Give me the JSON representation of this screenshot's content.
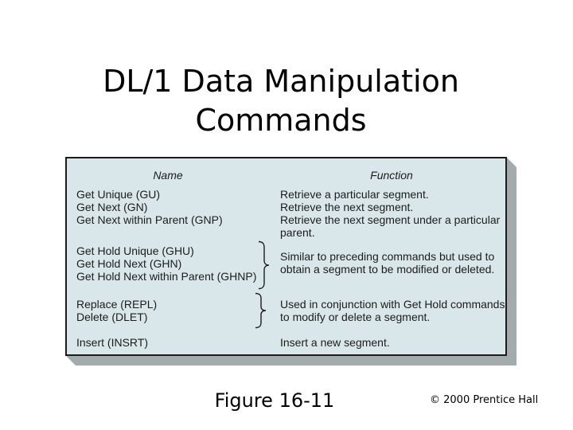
{
  "slide": {
    "title": "DL/1 Data Manipulation\nCommands",
    "caption": "Figure 16-11",
    "copyright": "© 2000 Prentice Hall"
  },
  "figure": {
    "table": {
      "header_name": "Name",
      "header_function": "Function",
      "names": [
        "Get Unique (GU)",
        "Get Next (GN)",
        "Get Next within Parent (GNP)",
        "Get Hold Unique (GHU)",
        "Get Hold Next (GHN)",
        "Get Hold Next within Parent (GHNP)",
        "Replace (REPL)",
        "Delete (DLET)",
        "Insert (INSRT)"
      ],
      "functions": [
        "Retrieve a particular segment.",
        "Retrieve the next segment.",
        "Retrieve the next segment under a particular parent.",
        "Similar to preceding commands but used to obtain a segment to be modified or deleted.",
        "Used in conjunction with Get Hold commands to modify or delete a segment.",
        "Insert a new segment."
      ],
      "grouping": "braces join the Get Hold rows and the Replace/Delete rows to shared descriptions"
    }
  },
  "colors": {
    "background": "#ffffff",
    "table_fill": "#d9e7ea",
    "table_border": "#1b1b1b",
    "shadow": "#a3abac",
    "text": "#1c1c1c"
  }
}
